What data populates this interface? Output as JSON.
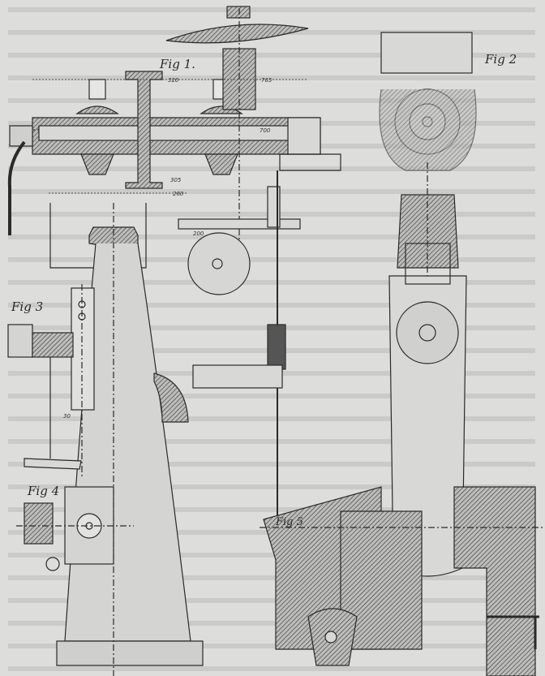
{
  "figures": {
    "fig1": "Fig 1.",
    "fig2": "Fig 2",
    "fig3": "Fig 3",
    "fig4": "Fig 4",
    "fig5": "Fig 5"
  },
  "dimensions": {
    "d320": "320",
    "d765": "765",
    "d700": "700",
    "d305": "305",
    "d260": "260",
    "d200": "200",
    "d30": "30"
  },
  "colors": {
    "paper": "#dddddb",
    "ink": "#2a2a2a",
    "hatch": "#555555"
  }
}
